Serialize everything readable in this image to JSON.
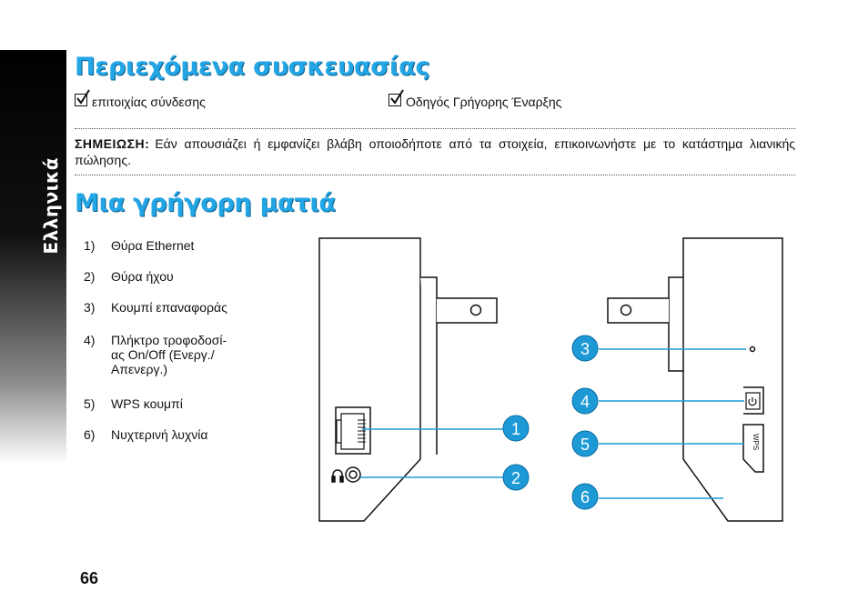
{
  "sidebar": {
    "language": "Ελληνικά"
  },
  "sections": {
    "contents_title": "Περιεχόμενα συσκευασίας",
    "quick_look_title": "Μια γρήγορη ματιά"
  },
  "package_items": [
    {
      "label": "επιτοιχίας σύνδεσης"
    },
    {
      "label": "Οδηγός Γρήγορης Έναρξης"
    }
  ],
  "note": {
    "label": "ΣΗΜΕΙΩΣΗ:",
    "text": "Εάν απουσιάζει ή εμφανίζει βλάβη οποιοδήποτε από τα στοιχεία, επικοινωνήστε με το κατάστημα λιανικής πώλησης."
  },
  "features": [
    {
      "num": "1)",
      "label": "Θύρα Ethernet"
    },
    {
      "num": "2)",
      "label": "Θύρα ήχου"
    },
    {
      "num": "3)",
      "label": "Κουμπί επαναφοράς"
    },
    {
      "num": "4)",
      "label": "Πλήκτρο τροφοδοσί-\nας On/Off (Ενεργ./\nΑπενεργ.)"
    },
    {
      "num": "5)",
      "label": "WPS κουμπί"
    },
    {
      "num": "6)",
      "label": "Νυχτερινή λυχνία"
    }
  ],
  "callouts": [
    "1",
    "2",
    "3",
    "4",
    "5",
    "6"
  ],
  "device_labels": {
    "wps": "WPS"
  },
  "page": {
    "number": "66"
  },
  "colors": {
    "accent": "#22a6e6",
    "callout": "#1d9ad6"
  }
}
